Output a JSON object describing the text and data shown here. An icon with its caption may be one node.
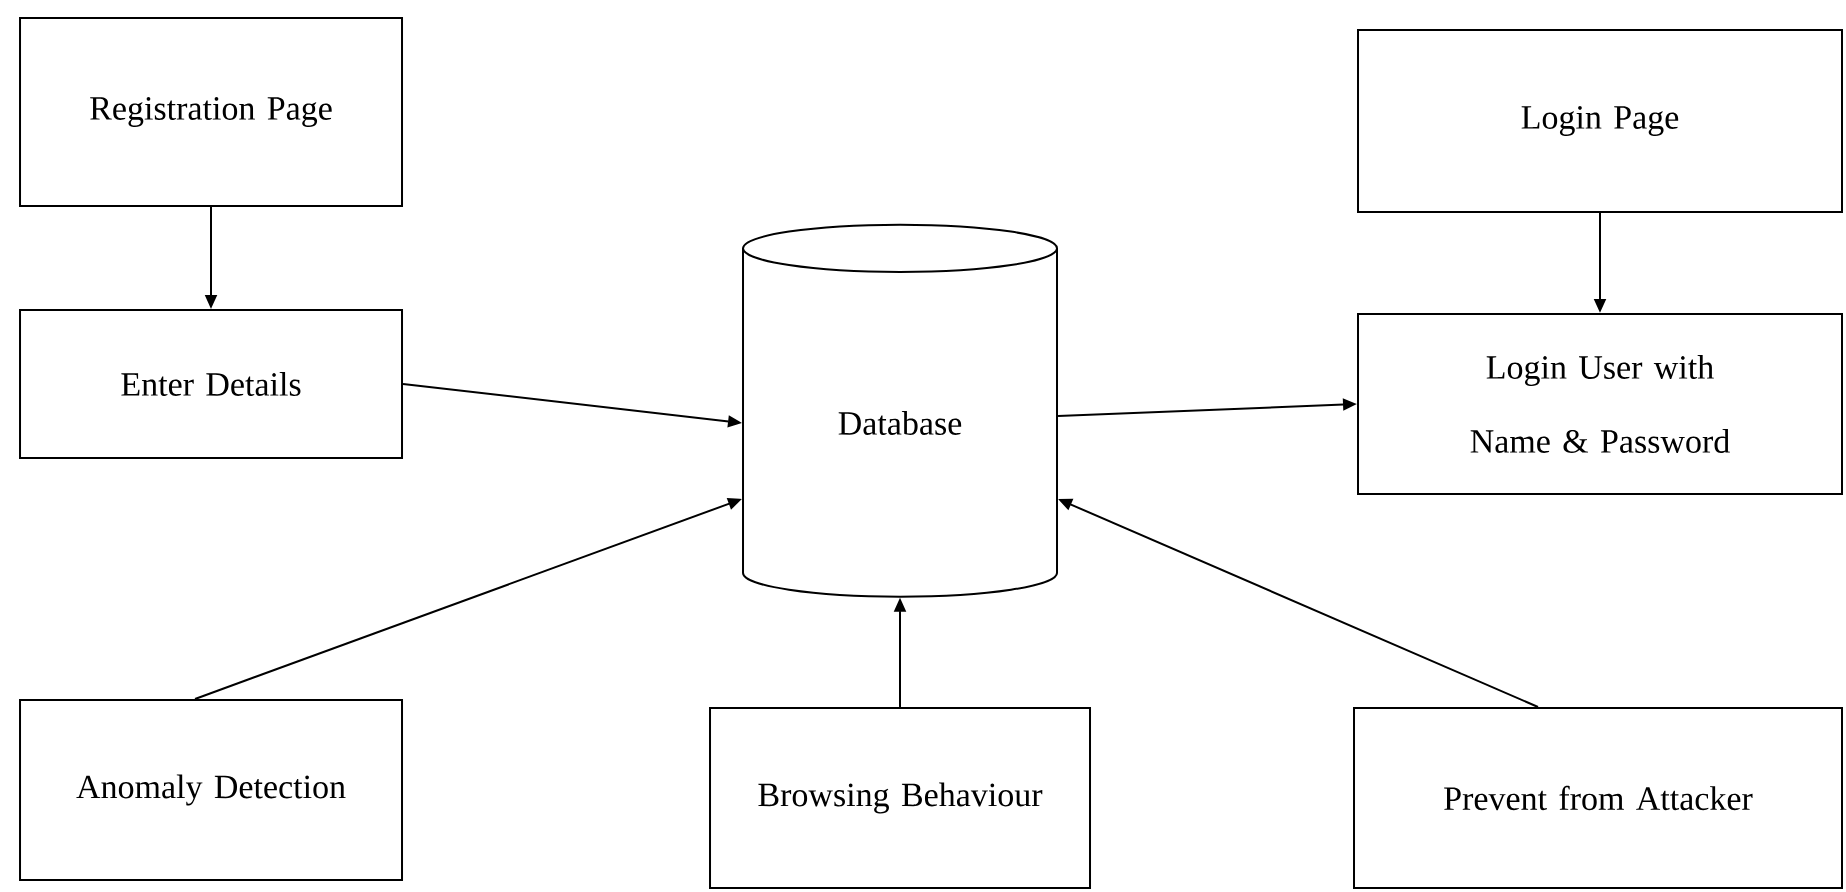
{
  "diagram": {
    "nodes": [
      {
        "text": [
          "Registration Page"
        ]
      },
      {
        "text": [
          "Login Page"
        ]
      },
      {
        "text": [
          "Enter Details"
        ]
      },
      {
        "text": [
          "Database"
        ]
      },
      {
        "text": [
          "Login User with Name & Password"
        ]
      },
      {
        "text": [
          "Anomaly Detection"
        ]
      },
      {
        "text": [
          "Browsing Behaviour"
        ]
      },
      {
        "text": [
          "Prevent from Attacker"
        ]
      }
    ],
    "edges": [
      {
        "from": 0,
        "to": 2,
        "arrow": "to"
      },
      {
        "from": 1,
        "to": 4,
        "arrow": "to"
      },
      {
        "from": 2,
        "to": 3,
        "arrow": "to"
      },
      {
        "from": 3,
        "to": 4,
        "arrow": "to"
      },
      {
        "from": 5,
        "to": 3,
        "arrow": "to"
      },
      {
        "from": 6,
        "to": 3,
        "arrow": "to"
      },
      {
        "from": 7,
        "to": 3,
        "arrow": "to"
      }
    ]
  }
}
